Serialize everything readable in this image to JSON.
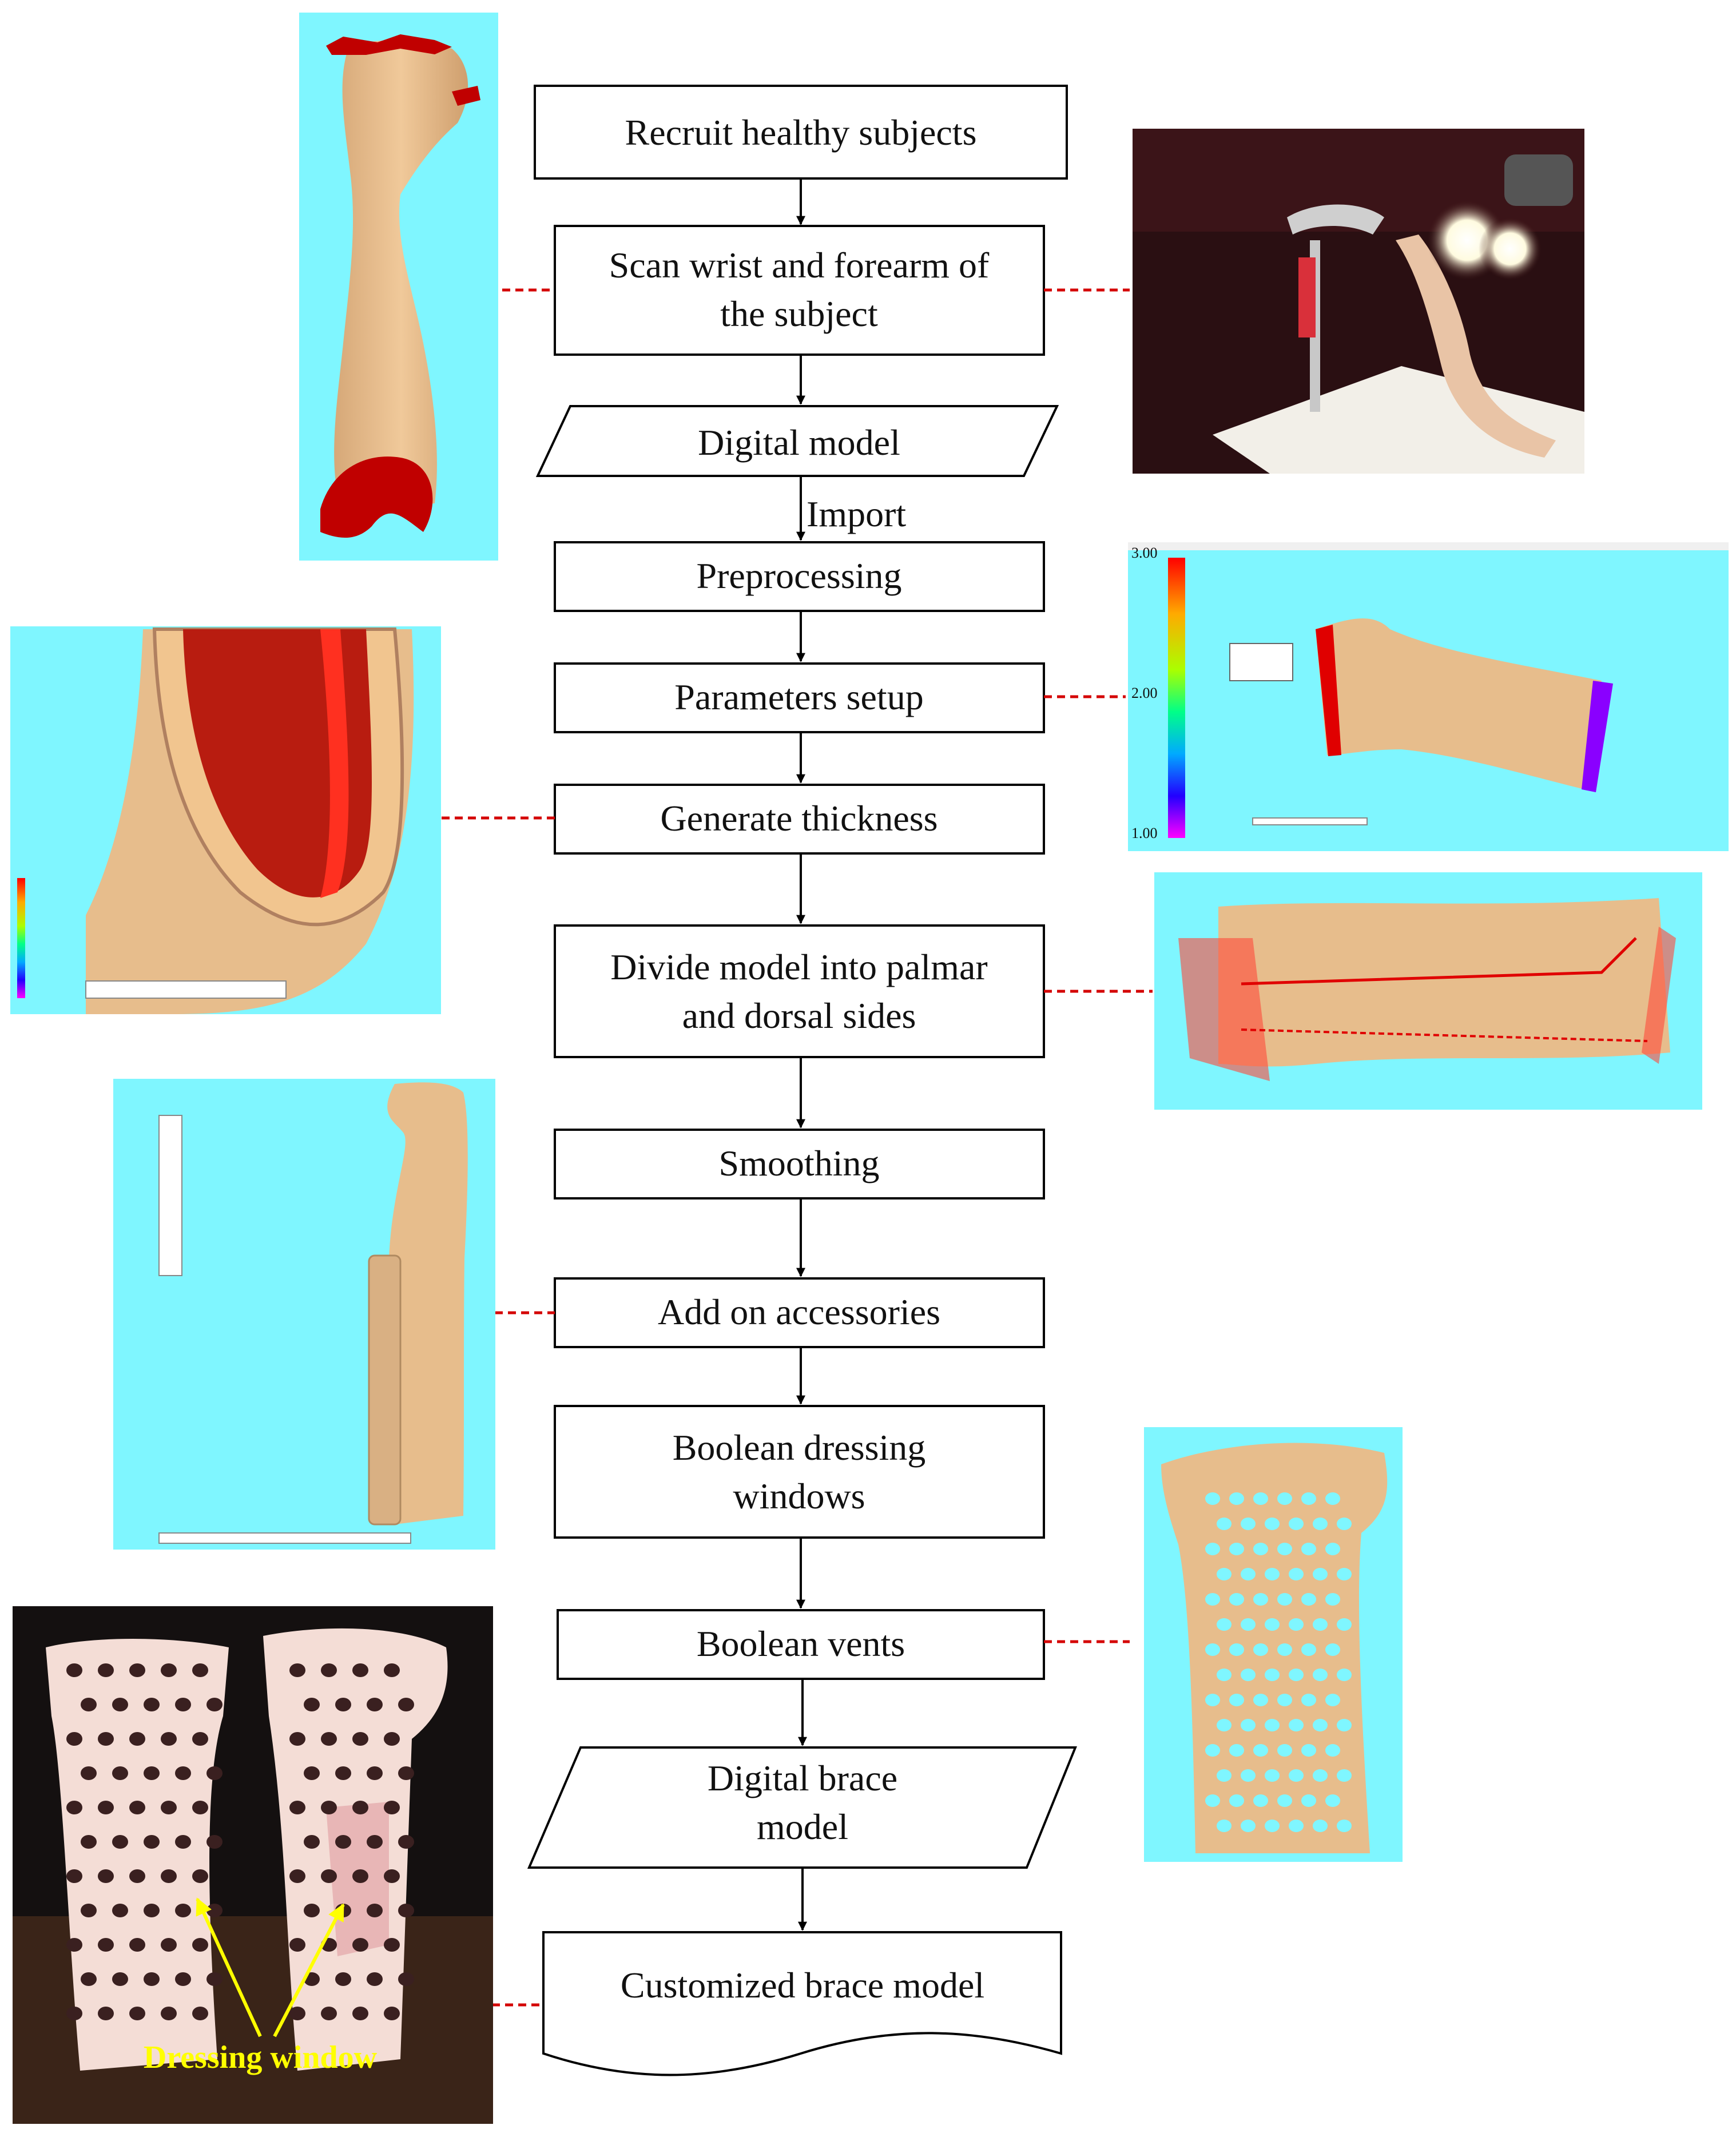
{
  "nodes": {
    "recruit": "Recruit healthy subjects",
    "scan_line1": "Scan wrist and forearm of",
    "scan_line2": "the subject",
    "digital_model": "Digital model",
    "import_label": "Import",
    "preprocessing": "Preprocessing",
    "parameters": "Parameters setup",
    "thickness": "Generate thickness",
    "divide_line1": "Divide model into palmar",
    "divide_line2": "and dorsal sides",
    "smoothing": "Smoothing",
    "accessories": "Add on accessories",
    "boolean_dressing_line1": "Boolean dressing",
    "boolean_dressing_line2": "windows",
    "boolean_vents": "Boolean vents",
    "digital_brace_line1": "Digital brace",
    "digital_brace_line2": "model",
    "customized": "Customized brace model"
  },
  "annotations": {
    "dressing_window": "Dressing window",
    "scale_max": "3.00",
    "scale_mid": "2.00",
    "scale_min": "1.00"
  },
  "colors": {
    "panel_background": "#7ff6ff",
    "connector_dashed": "#d40000",
    "arrow": "#000000",
    "skin": "#e7bd8c",
    "scan_cap": "#c00000",
    "annotation_text": "#ffff00"
  }
}
